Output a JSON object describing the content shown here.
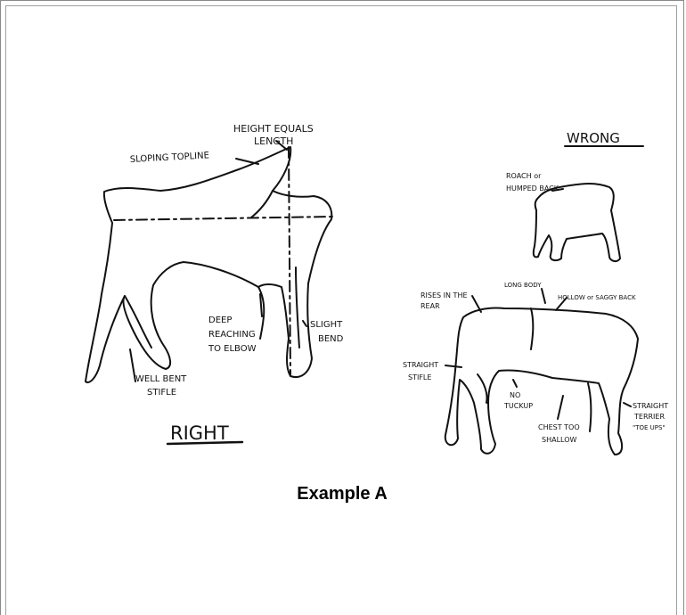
{
  "right_diagram": {
    "height_equals_length": [
      "HEIGHT EQUALS",
      "LENGTH"
    ],
    "sloping_topline": "SLOPING TOPLINE",
    "deep_reaching": [
      "DEEP",
      "REACHING",
      "TO ELBOW"
    ],
    "slight_bend": [
      "SLIGHT",
      "BEND"
    ],
    "well_bent_stifle": [
      "WELL BENT",
      "STIFLE"
    ],
    "title": "RIGHT"
  },
  "wrong_diagram": {
    "title": "WRONG",
    "roach": [
      "ROACH or",
      "HUMPED BACK"
    ],
    "rises_in_rear": [
      "RISES IN THE",
      "REAR"
    ],
    "long_body": "LONG BODY",
    "hollow": "HOLLOW or SAGGY BACK",
    "straight_stifle": [
      "STRAIGHT",
      "STIFLE"
    ],
    "no_tuckup": [
      "NO",
      "TUCKUP"
    ],
    "chest_too_shallow": [
      "CHEST TOO",
      "SHALLOW"
    ],
    "straight_terrier": [
      "STRAIGHT",
      "TERRIER",
      "\"TOE UPS\""
    ]
  },
  "caption": "Example A"
}
